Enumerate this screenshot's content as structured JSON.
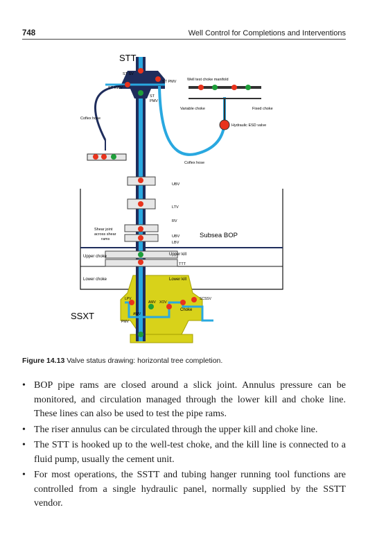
{
  "header": {
    "page_number": "748",
    "running_title": "Well Control for Completions and Interventions"
  },
  "figure": {
    "labels": {
      "stt": "STT",
      "st_sv": "ST SV",
      "st_kwv": "ST KWV",
      "st_pmv": "ST PMV",
      "st": "ST",
      "pmv": "PMV",
      "well_test_choke_manifold": "Well test choke manifold",
      "variable_choke": "Variable choke",
      "fixed_choke": "Fixed choke",
      "hydraulic_esd_valve": "Hydraulic ESD valve",
      "coflex_hose_left": "Coflex hose",
      "coflex_hose_right": "Coflex hose",
      "ubv": "UBV",
      "ltv": "LTV",
      "rv": "RV",
      "shear_joint_1": "Shear joint",
      "shear_joint_2": "across shear",
      "shear_joint_3": "rams",
      "ubv2": "UBV",
      "lbv": "LBV",
      "subsea_bop": "Subsea BOP",
      "upper_choke": "Upper choke",
      "upper_kill": "Upper kill",
      "ttt": "TTT",
      "lower_choke": "Lower choke",
      "lower_kill": "Lower kill",
      "scssv": "SCSSV",
      "lpv": "LPV",
      "amv": "AMV",
      "xov": "XOV",
      "awv": "AWV",
      "pmv2": "PMV",
      "choke": "Choke",
      "ssxt": "SSXT"
    }
  },
  "caption": {
    "label": "Figure 14.13",
    "text": "Valve status drawing: horizontal tree completion."
  },
  "bullets": [
    "BOP pipe rams are closed around a slick joint. Annulus pressure can be monitored, and circulation managed through the lower kill and choke line. These lines can also be used to test the pipe rams.",
    "The riser annulus can be circulated through the upper kill and choke line.",
    "The STT is hooked up to the well-test choke, and the kill line is connected to a fluid pump, usually the cement unit.",
    "For most operations, the SSTT and tubing hanger running tool functions are controlled from a single hydraulic panel, normally supplied by the SSTT vendor."
  ],
  "colors": {
    "open_valve": "#1e9e3a",
    "closed_valve": "#e8331c",
    "line_blue": "#29a8e0",
    "navy": "#1f2d5c",
    "tree_yellow": "#d8d21a"
  }
}
